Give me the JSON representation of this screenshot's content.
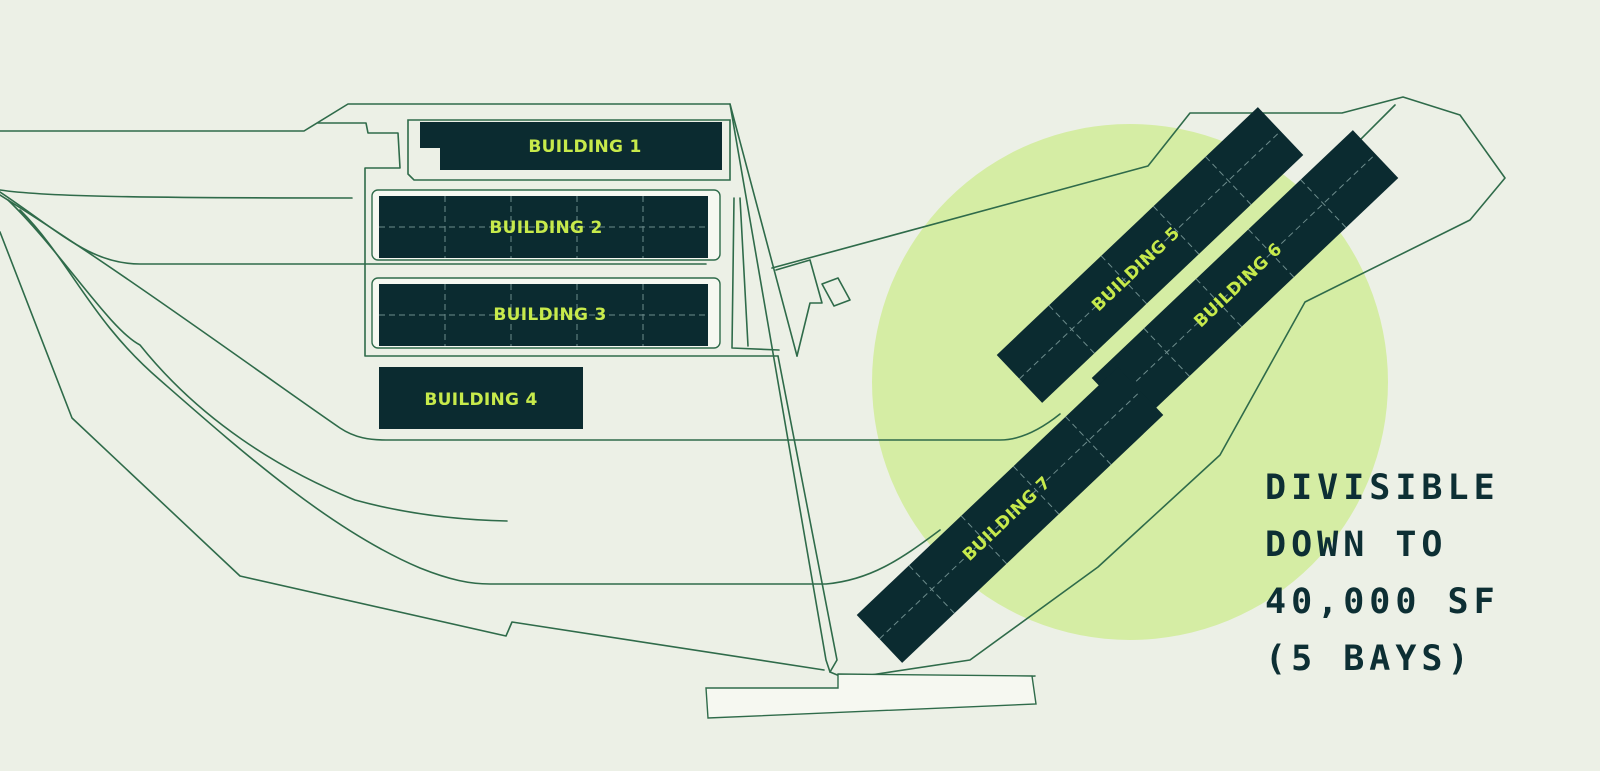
{
  "colors": {
    "background": "#ecf0e6",
    "building_fill": "#0b2b30",
    "building_label": "#c7ea4b",
    "road_line": "#2f6b4a",
    "highlight_circle": "#d5eda4",
    "callout_text": "#0d2f34"
  },
  "buildings": [
    {
      "id": "1",
      "label": "BUILDING 1"
    },
    {
      "id": "2",
      "label": "BUILDING 2"
    },
    {
      "id": "3",
      "label": "BUILDING 3"
    },
    {
      "id": "4",
      "label": "BUILDING 4"
    },
    {
      "id": "5",
      "label": "BUILDING 5"
    },
    {
      "id": "6",
      "label": "BUILDING 6"
    },
    {
      "id": "7",
      "label": "BUILDING 7"
    }
  ],
  "callout": {
    "lines": [
      "DIVISIBLE",
      "DOWN TO",
      "40,000 SF",
      "(5 BAYS)"
    ]
  }
}
